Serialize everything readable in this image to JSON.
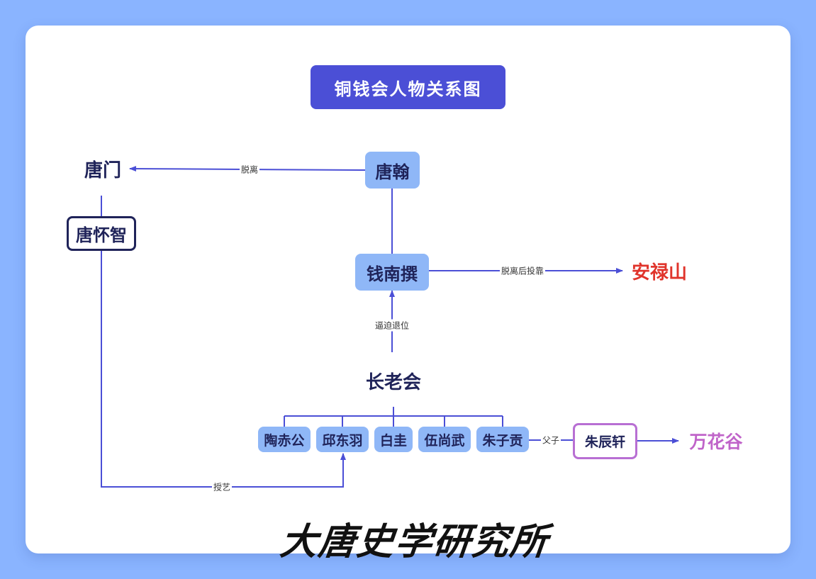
{
  "title": "铜钱会人物关系图",
  "nodes": {
    "tang_men": "唐门",
    "tang_huaizhi": "唐怀智",
    "tang_han": "唐翰",
    "qian_nanzhuan": "钱南撰",
    "an_lushan": "安禄山",
    "elders": "长老会",
    "tao_chigong": "陶赤公",
    "qiu_dongyu": "邱东羽",
    "bai_gui": "白圭",
    "wu_shangwu": "伍尚武",
    "zhu_zigong": "朱子贡",
    "zhu_chenxuan": "朱辰轩",
    "wanhua_gu": "万花谷"
  },
  "edges": {
    "leave": "脱离",
    "defect": "脱离后投靠",
    "force_abdicate": "逼迫退位",
    "father_son": "父子",
    "teach": "授艺"
  },
  "colors": {
    "title_bg": "#4b4fd6",
    "node_blue": "#8fb7f7",
    "edge": "#4b4fd6",
    "an_lushan": "#e0342b",
    "wanhua": "#c064c9",
    "wanhua_border": "#b86fd3"
  },
  "brand": "大唐史学研究所"
}
